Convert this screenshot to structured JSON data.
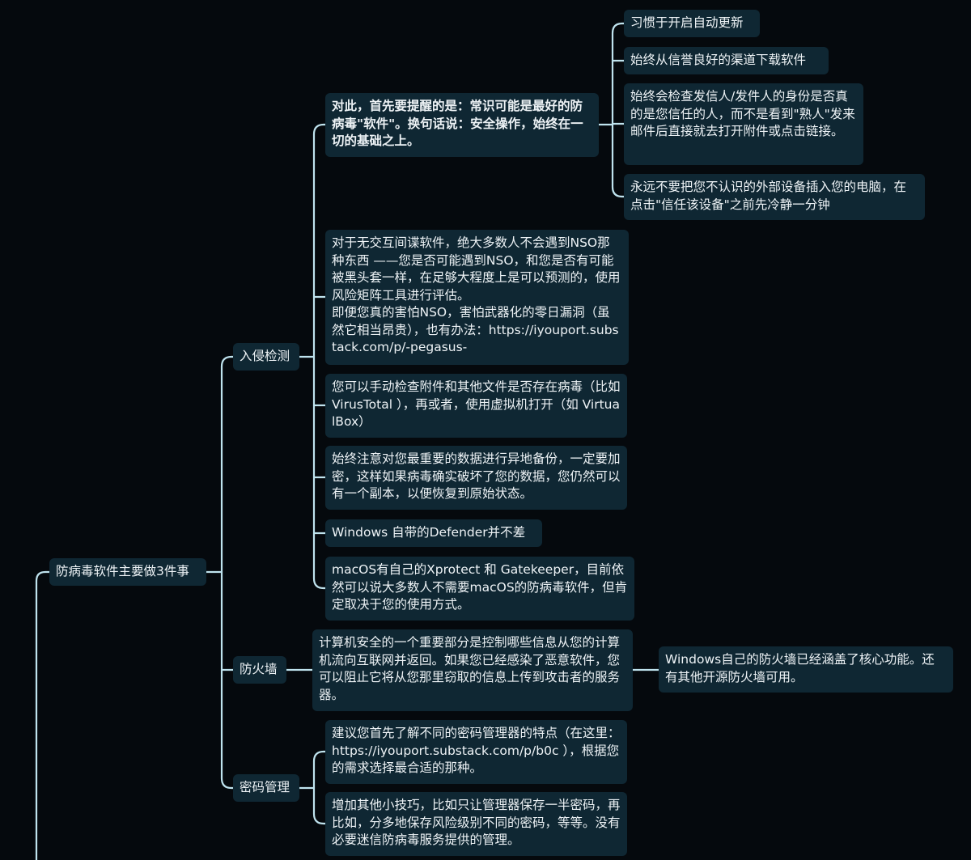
{
  "root": {
    "label": "防病毒软件主要做3件事"
  },
  "branches": [
    {
      "id": "intrusion",
      "label": "入侵检测"
    },
    {
      "id": "firewall",
      "label": "防火墙"
    },
    {
      "id": "password",
      "label": "密码管理"
    }
  ],
  "intrusion": {
    "principle": "对此，首先要提醒的是：常识可能是最好的防病毒\"软件\"。换句话说：安全操作，始终在一切的基础之上。",
    "principle_tips": [
      "习惯于开启自动更新",
      "始终从信誉良好的渠道下载软件",
      "始终会检查发信人/发件人的身份是否真的是您信任的人，而不是看到\"熟人\"发来邮件后直接就去打开附件或点击链接。",
      "永远不要把您不认识的外部设备插入您的电脑，在点击\"信任该设备\"之前先冷静一分钟"
    ],
    "items": [
      "对于无交互间谍软件，绝大多数人不会遇到NSO那种东西 ——您是否可能遇到NSO，和您是否有可能被黑头套一样，在足够大程度上是可以预测的，使用风险矩阵工具进行评估。\n即便您真的害怕NSO，害怕武器化的零日漏洞（虽然它相当昂贵），也有办法：https://iyouport.substack.com/p/-pegasus-",
      "您可以手动检查附件和其他文件是否存在病毒（比如VirusTotal ），再或者，使用虚拟机打开（如 VirtualBox）",
      "始终注意对您最重要的数据进行异地备份，一定要加密，这样如果病毒确实破坏了您的数据，您仍然可以有一个副本，以便恢复到原始状态。",
      "Windows 自带的Defender并不差",
      "macOS有自己的Xprotect 和 Gatekeeper，目前依然可以说大多数人不需要macOS的防病毒软件，但肯定取决于您的使用方式。"
    ]
  },
  "firewall": {
    "description": "计算机安全的一个重要部分是控制哪些信息从您的计算机流向互联网并返回。如果您已经感染了恶意软件，您可以阻止它将从您那里窃取的信息上传到攻击者的服务器。",
    "note": "Windows自己的防火墙已经涵盖了核心功能。还有其他开源防火墙可用。"
  },
  "password": {
    "items": [
      "建议您首先了解不同的密码管理器的特点（在这里：https://iyouport.substack.com/p/b0c ），根据您的需求选择最合适的那种。",
      "增加其他小技巧，比如只让管理器保存一半密码，再比如，分多地保存风险级别不同的密码，等等。没有必要迷信防病毒服务提供的管理。"
    ]
  },
  "colors": {
    "background": "#05090d",
    "node": "#0f2733",
    "line": "#bfe3ee",
    "text": "#eef3f6"
  }
}
